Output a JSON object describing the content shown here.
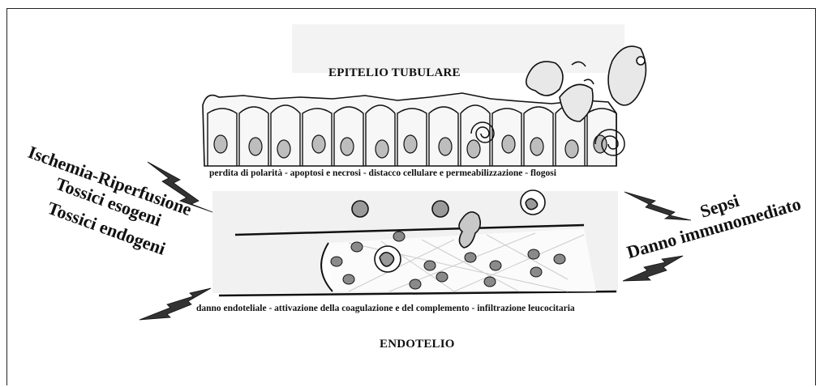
{
  "header_label": "EPITELIO TUBULARE",
  "footer_label": "ENDOTELIO",
  "epithelium_caption": "perdita di polarità - apoptosi e necrosi - distacco cellulare e permeabilizzazione - flogosi",
  "endothelium_caption": "danno endoteliale - attivazione della coagulazione e del complemento - infiltrazione leucocitaria",
  "left_causes": [
    "Ischemia-Riperfusione",
    "Tossici esogeni",
    "Tossici endogeni"
  ],
  "right_causes": [
    "Sepsi",
    "Danno immunomediato"
  ],
  "colors": {
    "ink": "#111111",
    "cell_shade": "#bdbdbd",
    "rbc": "#8a8a8a"
  }
}
